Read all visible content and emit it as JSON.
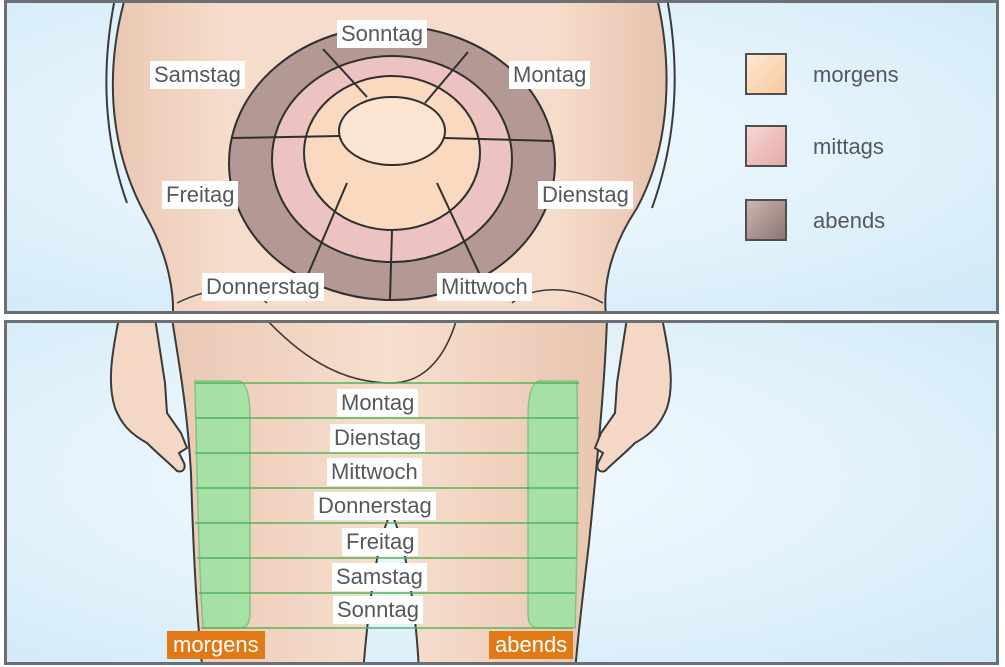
{
  "top_panel": {
    "ring_labels": {
      "sunday": "Sonntag",
      "saturday": "Samstag",
      "monday": "Montag",
      "friday": "Freitag",
      "tuesday": "Dienstag",
      "thursday": "Donnerstag",
      "wednesday": "Mittwoch"
    },
    "legend": [
      {
        "label": "morgens",
        "color": "#fbd9b8"
      },
      {
        "label": "mittags",
        "color": "#ecbcbb"
      },
      {
        "label": "abends",
        "color": "#a9908c"
      }
    ]
  },
  "bottom_panel": {
    "day_labels": [
      "Montag",
      "Dienstag",
      "Mittwoch",
      "Donnerstag",
      "Freitag",
      "Samstag",
      "Sonntag"
    ],
    "left_tag": "morgens",
    "right_tag": "abends",
    "zone_color": "#a3e2a6",
    "tag_color": "#e07a16"
  }
}
